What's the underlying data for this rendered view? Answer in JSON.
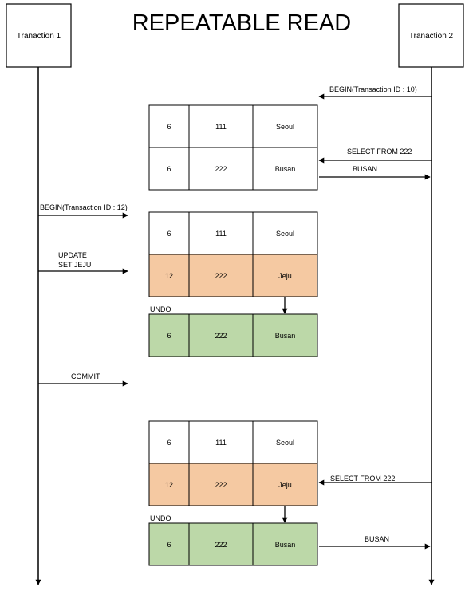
{
  "title": "REPEATABLE READ",
  "transactions": {
    "t1": "Tranaction 1",
    "t2": "Tranaction 2"
  },
  "colors": {
    "line": "#000000",
    "row_default": "#ffffff",
    "row_updated": "#f5c9a2",
    "row_undo": "#bcd8a8"
  },
  "messages": {
    "begin_t2": "BEGIN(Transaction ID : 10)",
    "select1": "SELECT FROM 222",
    "busan1": "BUSAN",
    "begin_t1": "BEGIN(Transaction ID : 12)",
    "update_line1": "UPDATE",
    "update_line2": "SET JEJU",
    "commit": "COMMIT",
    "select2": "SELECT FROM 222",
    "busan2": "BUSAN"
  },
  "undo_label": "UNDO",
  "table1": {
    "rows": [
      [
        "6",
        "111",
        "Seoul"
      ],
      [
        "6",
        "222",
        "Busan"
      ]
    ]
  },
  "table2": {
    "rows": [
      [
        "6",
        "111",
        "Seoul"
      ],
      [
        "12",
        "222",
        "Jeju"
      ]
    ],
    "undo_row": [
      "6",
      "222",
      "Busan"
    ]
  },
  "table3": {
    "rows": [
      [
        "6",
        "111",
        "Seoul"
      ],
      [
        "12",
        "222",
        "Jeju"
      ]
    ],
    "undo_row": [
      "6",
      "222",
      "Busan"
    ]
  }
}
